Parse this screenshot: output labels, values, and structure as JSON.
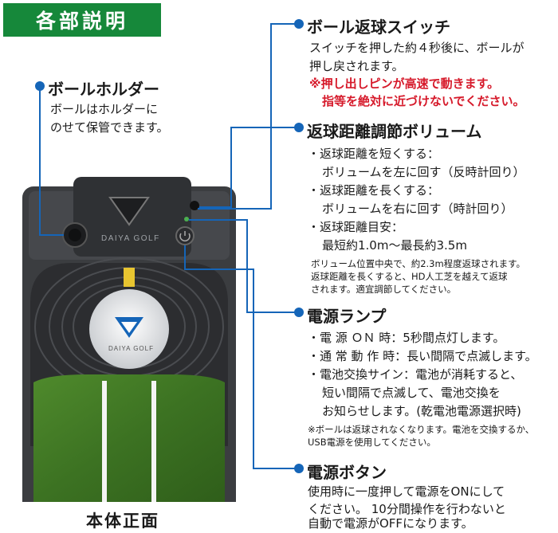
{
  "badge": "各部説明",
  "holder": {
    "heading": "ボールホルダー",
    "lines": [
      "ボールはホルダーに",
      "のせて保管できます。"
    ]
  },
  "switch": {
    "heading": "ボール返球スイッチ",
    "lines": [
      "スイッチを押した約４秒後に、ボールが",
      "押し戻されます。"
    ],
    "warn": [
      "※押し出しピンが高速で動きます。",
      "指等を絶対に近づけないでください。"
    ]
  },
  "volume": {
    "heading": "返球距離調節ボリューム",
    "items": [
      "・返球距離を短くする：",
      "ボリュームを左に回す（反時計回り）",
      "・返球距離を長くする：",
      "ボリュームを右に回す（時計回り）",
      "・返球距離目安：",
      "最短約1.0m〜最長約3.5m"
    ],
    "note": [
      "ボリューム位置中央で、約2.3m程度返球されます。",
      "返球距離を長くすると、HD人工芝を越えて返球",
      "されます。適宜調節してください。"
    ]
  },
  "lamp": {
    "heading": "電源ランプ",
    "items": [
      "・電 源 ＯＮ 時：5秒間点灯します。",
      "・通 常 動 作 時：長い間隔で点滅します。",
      "・電池交換サイン：電池が消耗すると、",
      "短い間隔で点滅して、電池交換を",
      "お知らせします。(乾電池電源選択時)"
    ],
    "note": [
      "※ボールは返球されなくなります。電池を交換するか、",
      "USB電源を使用してください。"
    ]
  },
  "power": {
    "heading": "電源ボタン",
    "lines": [
      "使用時に一度押して電源をONにして",
      "ください。 10分間操作を行わないと",
      "自動で電源がOFFになります。"
    ]
  },
  "device": {
    "brand_top": "DAIYA GOLF",
    "brand_disc": "DAIYA GOLF"
  },
  "caption": "本体正面",
  "colors": {
    "accent_blue": "#1565b8",
    "badge_green": "#16883a",
    "warning_red": "#d6192a"
  }
}
